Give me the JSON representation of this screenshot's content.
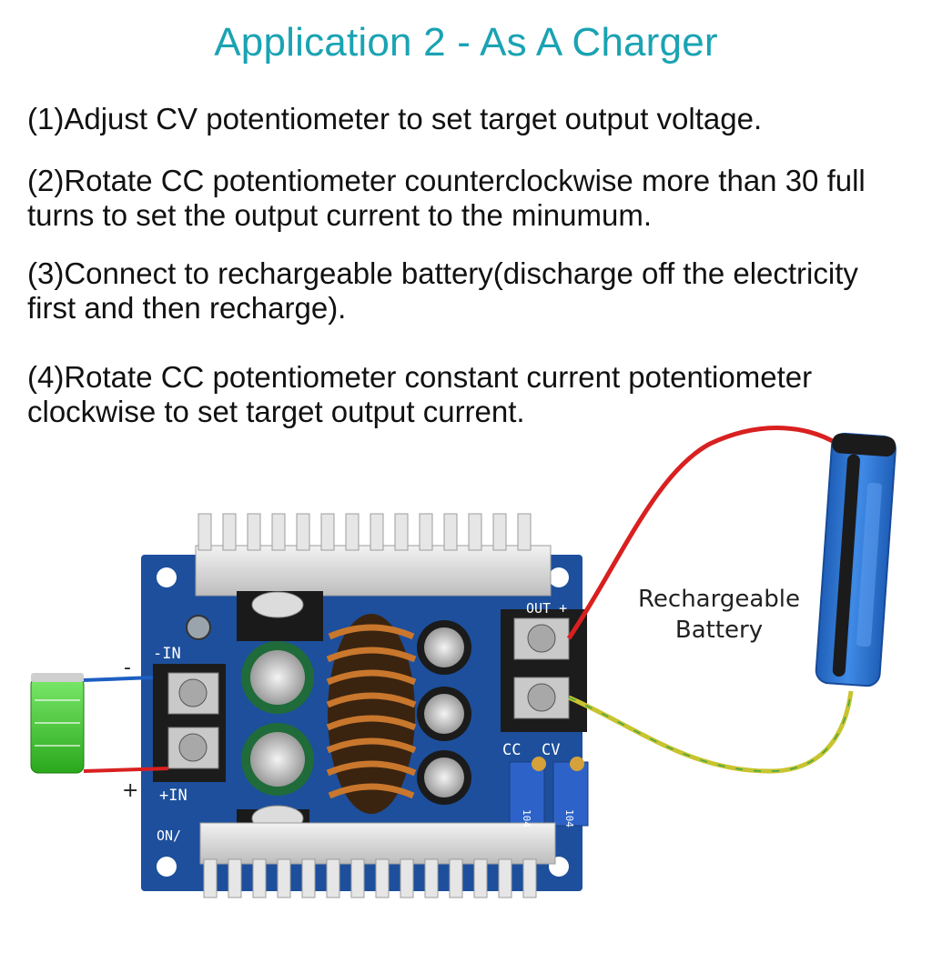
{
  "title": "Application 2 - As A Charger",
  "steps": [
    {
      "text": "(1)Adjust CV potentiometer to set target output voltage."
    },
    {
      "text": "(2)Rotate CC potentiometer counterclockwise more than 30 full turns to set the output current to the minumum."
    },
    {
      "text": "(3)Connect to rechargeable battery(discharge off the electricity first and then recharge)."
    },
    {
      "text": "(4)Rotate CC potentiometer constant current potentiometer clockwise to set target output current."
    }
  ],
  "board": {
    "label_minus_in": "-IN",
    "label_plus_in": "+IN",
    "label_on": "ON/",
    "label_out": "OUT +",
    "label_cc": "CC",
    "label_cv": "CV",
    "pot_code": "104",
    "minus_sign": "-",
    "plus_sign": "+"
  },
  "battery_label": {
    "line1": "Rechargeable",
    "line2": "Battery"
  },
  "colors": {
    "title": "#1aa3b3",
    "pcb": "#1d4f9c",
    "heatsink": "#d9d9d9",
    "wire_red": "#d92020",
    "wire_yellow": "#c8c430",
    "battery_blue": "#2f7ad8",
    "source_green": "#3fcc2c"
  }
}
